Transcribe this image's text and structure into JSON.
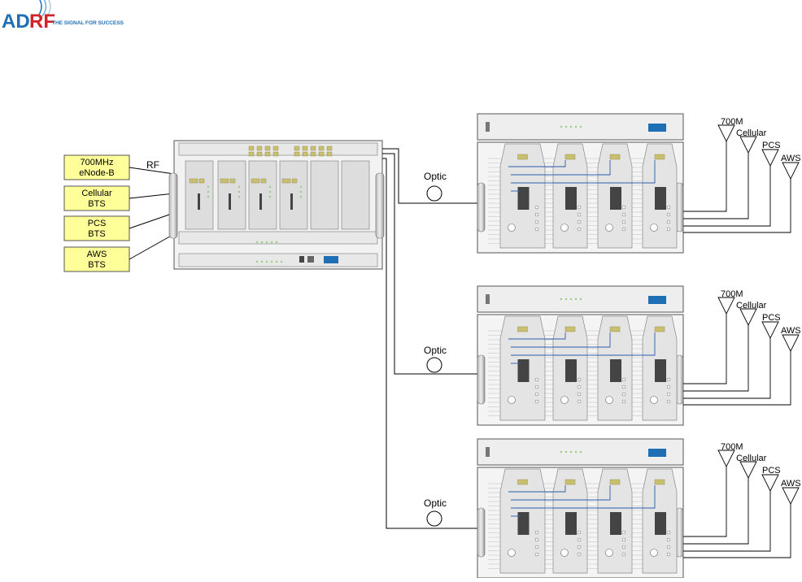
{
  "logo": {
    "brand_left": "AD",
    "brand_right": "RF",
    "tagline": "THE SIGNAL FOR SUCCESS"
  },
  "sources": [
    {
      "line1": "700MHz",
      "line2": "eNode-B"
    },
    {
      "line1": "Cellular",
      "line2": "BTS"
    },
    {
      "line1": "PCS",
      "line2": "BTS"
    },
    {
      "line1": "AWS",
      "line2": "BTS"
    }
  ],
  "rf_label": "RF",
  "optic_label": "Optic",
  "antenna_labels": [
    "700M",
    "Cellular",
    "PCS",
    "AWS"
  ],
  "remote_unit_count": 3,
  "colors": {
    "bts_fill": "#FFFF99",
    "logo_blue": "#1F6FB5",
    "logo_red": "#D2232A",
    "chassis": "#EEEEEE",
    "fiber_blue": "#2A5CAA"
  }
}
